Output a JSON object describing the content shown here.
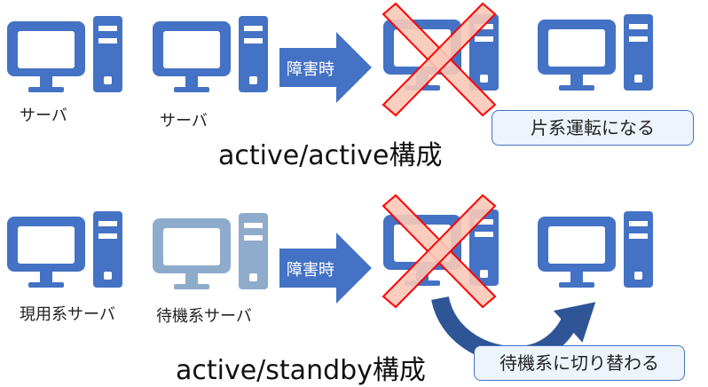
{
  "top": {
    "server_label_1": "サーバ",
    "server_label_2": "サーバ",
    "arrow_label": "障害時",
    "callout": "片系運転になる",
    "title": "active/active構成"
  },
  "bottom": {
    "server_label_1": "現用系サーバ",
    "server_label_2": "待機系サーバ",
    "arrow_label": "障害時",
    "callout": "待機系に切り替わる",
    "title": "active/standby構成"
  },
  "colors": {
    "server": "#4472c4",
    "server_standby": "#8eabcb",
    "cross_fill": "#f9c9b8",
    "cross_stroke": "#ff0000",
    "arrow": "#4472c4",
    "curved_arrow": "#2f5597"
  },
  "icons": [
    "computer-icon",
    "failure-cross-icon",
    "arrow-right-icon",
    "curved-arrow-icon"
  ]
}
